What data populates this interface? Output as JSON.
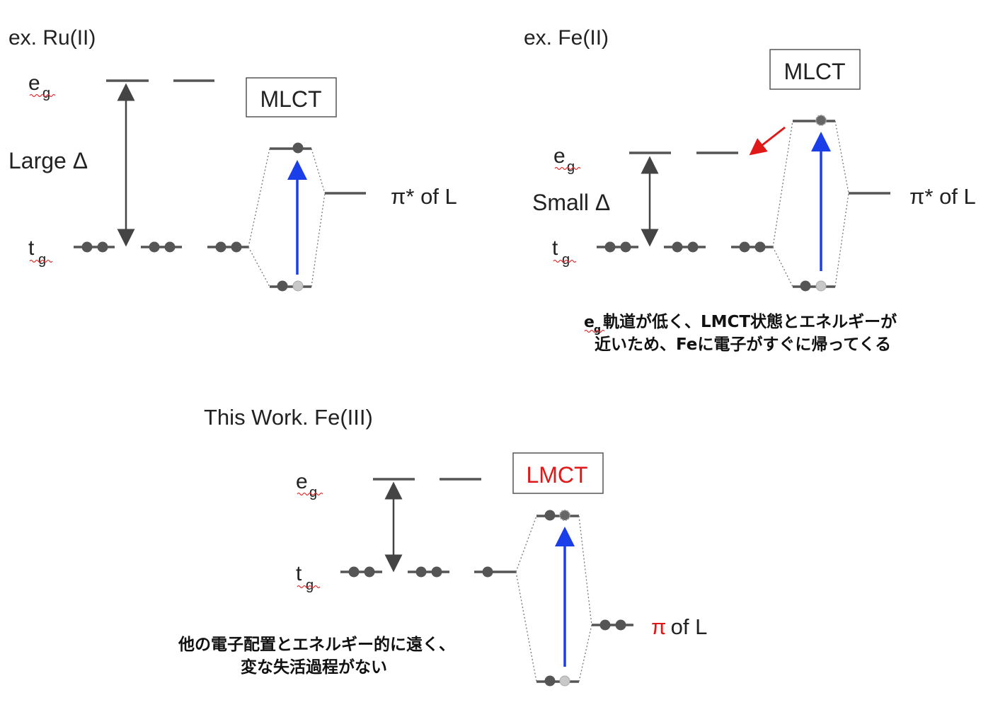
{
  "panels": {
    "ru": {
      "title": "ex. Ru(II)",
      "eg_main": "e",
      "eg_sub": "g",
      "tg_main": "t",
      "tg_sub": "g",
      "delta_label": "Large Δ",
      "box_label": "MLCT",
      "orbital_label": "π* of L"
    },
    "fe2": {
      "title": "ex. Fe(II)",
      "eg_main": "e",
      "eg_sub": "g",
      "tg_main": "t",
      "tg_sub": "g",
      "delta_label": "Small Δ",
      "box_label": "MLCT",
      "orbital_label": "π* of L",
      "note_line1_sub": "e",
      "note_line1_subscript": "g",
      "note_line1": "軌道が低く、LMCT状態とエネルギーが",
      "note_line2": "近いため、Feに電子がすぐに帰ってくる"
    },
    "fe3": {
      "title": "This Work. Fe(III)",
      "eg_main": "e",
      "eg_sub": "g",
      "tg_main": "t",
      "tg_sub": "g",
      "box_label": "LMCT",
      "orbital_symbol": "π",
      "orbital_rest": " of L",
      "note_line1": "他の電子配置とエネルギー的に遠く、",
      "note_line2": "変な失活過程がない"
    }
  },
  "colors": {
    "level": "#555555",
    "transition_arrow": "#1a3ee8",
    "highlight_red": "#e01818",
    "spellcheck_underline": "#e03030"
  }
}
